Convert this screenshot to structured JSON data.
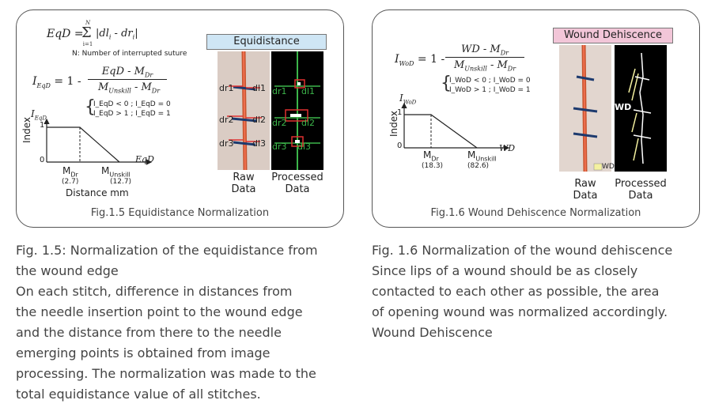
{
  "left_panel": {
    "formula_eqd": "EqD = Σ |dlᵢ - drᵢ|",
    "sum_top": "N",
    "sum_bottom": "i=1",
    "note": "N: Number of interrupted suture",
    "index_eq_lhs": "I",
    "index_eq_sub": "EqD",
    "index_eq_numerator": "EqD - M",
    "index_eq_num_sub": "Dr",
    "index_eq_denominator": "M",
    "index_eq_den_sub1": "Unskill",
    "index_eq_den_mid": " - M",
    "index_eq_den_sub2": "Dr",
    "cond1": "I_EqD < 0 ; I_EqD = 0",
    "cond2": "I_EqD > 1 ; I_EqD = 1",
    "graph_ylabel": "Index",
    "graph_top_label": "I",
    "graph_top_sub": "EqD",
    "graph_y1": "1",
    "graph_y0": "0",
    "graph_xaxis": "EqD",
    "graph_m1": "M",
    "graph_m1_sub": "Dr",
    "graph_m1_val": "(2.7)",
    "graph_m2": "M",
    "graph_m2_sub": "Unskill",
    "graph_m2_val": "(12.7)",
    "graph_xlabel": "Distance mm",
    "badge": "Equidistance",
    "raw_labels": [
      "dr1",
      "dl1",
      "dr2",
      "dl2",
      "dr3",
      "dl3"
    ],
    "raw_caption_1": "Raw",
    "raw_caption_2": "Data",
    "proc_caption_1": "Processed",
    "proc_caption_2": "Data",
    "fig_label": "Fig.1.5 Equidistance Normalization"
  },
  "right_panel": {
    "index_eq_lhs": "I",
    "index_eq_sub": "WoD",
    "index_eq_numerator": "WD - M",
    "index_eq_num_sub": "Dr",
    "index_eq_denominator": "M",
    "index_eq_den_sub1": "Unskill",
    "index_eq_den_mid": " - M",
    "index_eq_den_sub2": "Dr",
    "cond1": "I_WoD < 0 ; I_WoD = 0",
    "cond2": "I_WoD > 1 ; I_WoD = 1",
    "graph_ylabel": "Index",
    "graph_top_label": "I",
    "graph_top_sub": "WoD",
    "graph_y1": "1",
    "graph_y0": "0",
    "graph_xaxis": "WD",
    "graph_m1": "M",
    "graph_m1_sub": "Dr",
    "graph_m1_val": "(18.3)",
    "graph_m2": "M",
    "graph_m2_sub": "Unskill",
    "graph_m2_val": "(82.6)",
    "badge": "Wound Dehiscence",
    "wd_label": "WD",
    "wd_legend": "WD",
    "raw_caption_1": "Raw",
    "raw_caption_2": "Data",
    "proc_caption_1": "Processed",
    "proc_caption_2": "Data",
    "fig_label": "Fig.1.6 Wound Dehiscence Normalization"
  },
  "caption_left": [
    "Fig. 1.5: Normalization of the equidistance from",
    "the wound edge",
    "On each stitch, difference in distances from",
    "the needle insertion point to the wound edge",
    "and the distance from there to the needle",
    "emerging points is obtained from image",
    "processing. The normalization was made to the",
    "total equidistance value of all stitches."
  ],
  "caption_right": [
    "Fig. 1.6 Normalization of the wound dehiscence",
    "Since lips of a wound should be as closely",
    "contacted to each other as possible, the area",
    "of opening wound was normalized accordingly.",
    "Wound Dehiscence"
  ],
  "colors": {
    "equidistance_badge_bg": "#cfe6f5",
    "dehiscence_badge_bg": "#f2c6d8",
    "processed_bg": "#000000",
    "green_line": "#3cb54a",
    "red_marker": "#e03030",
    "wd_yellow": "#f4f1a0"
  }
}
